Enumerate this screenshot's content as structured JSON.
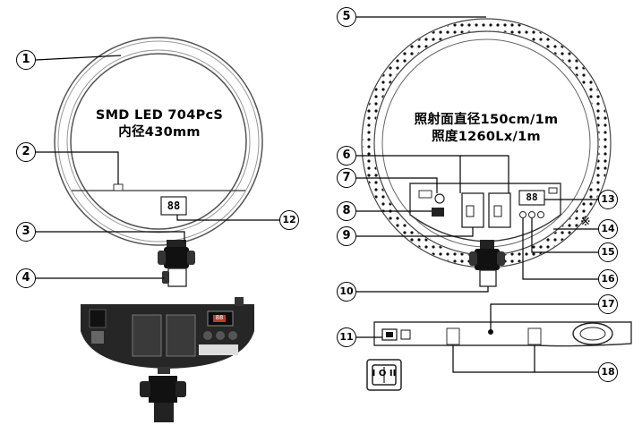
{
  "front_spec": {
    "line1": "SMD LED 704PcS",
    "line2": "内径430mm"
  },
  "back_spec": {
    "line1": "照射面直径150cm/1m",
    "line2": "照度1260Lx/1m"
  },
  "display_readout": "88",
  "callouts": {
    "c1": "1",
    "c2": "2",
    "c3": "3",
    "c4": "4",
    "c5": "5",
    "c6": "6",
    "c7": "7",
    "c8": "8",
    "c9": "9",
    "c10": "10",
    "c11": "11",
    "c12": "12",
    "c13": "13",
    "c14": "14",
    "c15": "15",
    "c16": "16",
    "c17": "17",
    "c18": "18"
  },
  "note_mark": "※",
  "switch_label": "I O II"
}
